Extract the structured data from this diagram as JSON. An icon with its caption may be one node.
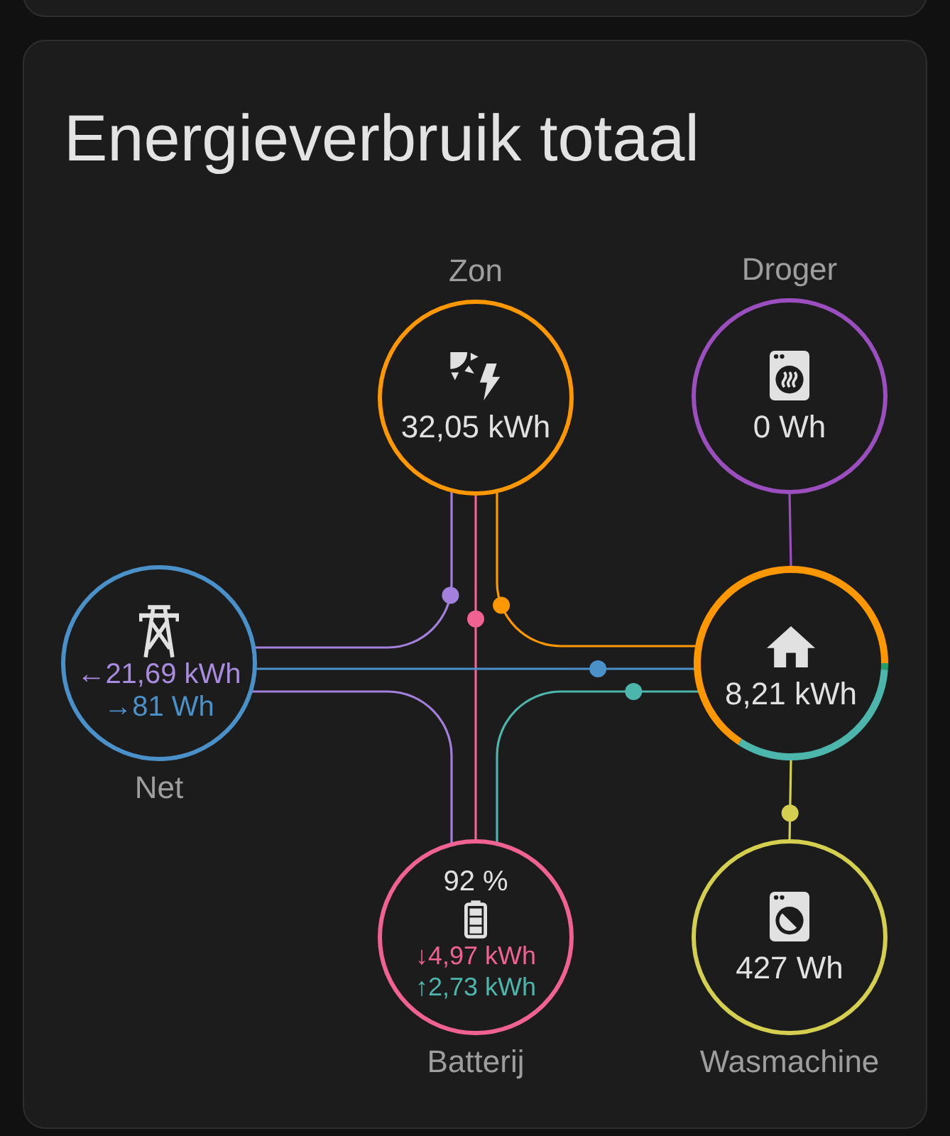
{
  "diagram": {
    "title": "Energieverbruik totaal",
    "nodes": [
      {
        "text": [
          "Zon",
          "32,05 kWh"
        ]
      },
      {
        "text": [
          "Droger",
          "0 Wh"
        ]
      },
      {
        "text": [
          "←21,69 kWh",
          "→81 Wh",
          "Net"
        ]
      },
      {
        "text": [
          "8,21 kWh"
        ]
      },
      {
        "text": [
          "92 %",
          "↓4,97 kWh",
          "↑2,73 kWh",
          "Batterij"
        ]
      },
      {
        "text": [
          "427 Wh",
          "Wasmachine"
        ]
      }
    ],
    "edges": [
      {
        "from": 0,
        "to": 3,
        "arrow": "none",
        "color": "#ff9800"
      },
      {
        "from": 0,
        "to": 4,
        "arrow": "none",
        "color": "#f06292"
      },
      {
        "from": 0,
        "to": 2,
        "arrow": "none",
        "color": "#a280db"
      },
      {
        "from": 2,
        "to": 3,
        "arrow": "none",
        "color": "#4a90c9"
      },
      {
        "from": 4,
        "to": 3,
        "arrow": "none",
        "color": "#4db6ac"
      },
      {
        "from": 4,
        "to": 2,
        "arrow": "none",
        "color": "#a280db"
      },
      {
        "from": 3,
        "to": 1,
        "arrow": "none",
        "color": "#9b4fbf"
      },
      {
        "from": 3,
        "to": 5,
        "arrow": "none",
        "color": "#d4cf4f"
      }
    ]
  }
}
